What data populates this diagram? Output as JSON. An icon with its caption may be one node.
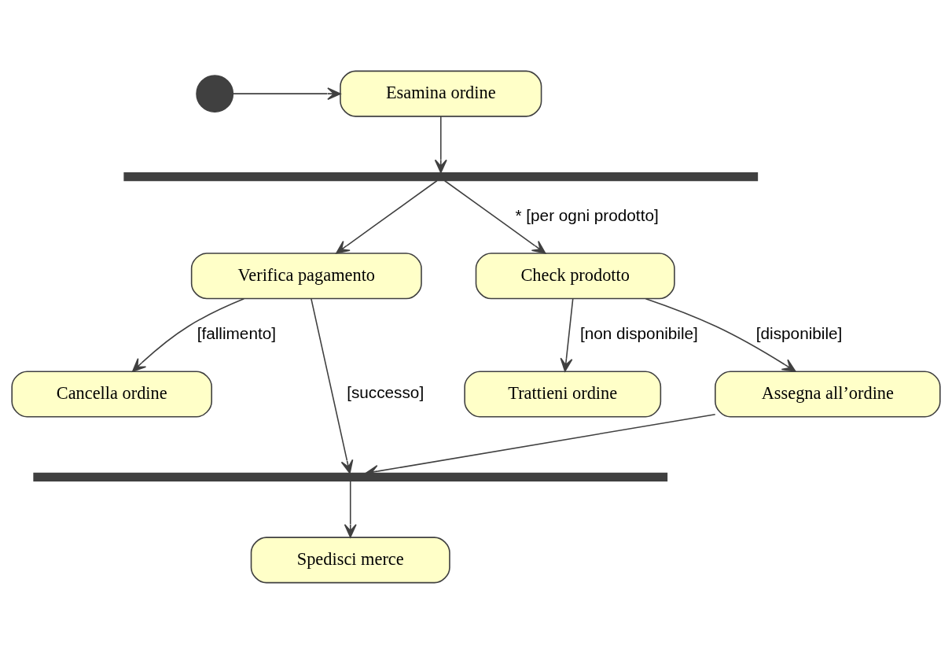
{
  "diagram": {
    "nodes": [
      {
        "text": [],
        "shape": "circle"
      },
      {
        "text": [
          "Esamina ordine"
        ]
      },
      {
        "text": [],
        "shape": "bar"
      },
      {
        "text": [
          "Verifica pagamento"
        ]
      },
      {
        "text": [
          "Check prodotto"
        ]
      },
      {
        "text": [
          "Cancella ordine"
        ]
      },
      {
        "text": [
          "Trattieni ordine"
        ]
      },
      {
        "text": [
          "Assegna all’ordine"
        ]
      },
      {
        "text": [],
        "shape": "bar"
      },
      {
        "text": [
          "Spedisci merce"
        ]
      }
    ],
    "edges": [
      {
        "from": 0,
        "to": 1,
        "arrow": "to"
      },
      {
        "from": 1,
        "to": 2,
        "arrow": "to"
      },
      {
        "from": 2,
        "to": 3,
        "arrow": "to"
      },
      {
        "from": 2,
        "to": 4,
        "arrow": "to",
        "label": "* [per ogni prodotto]"
      },
      {
        "from": 3,
        "to": 5,
        "arrow": "to",
        "label": "[fallimento]"
      },
      {
        "from": 3,
        "to": 8,
        "arrow": "to",
        "label": "[successo]"
      },
      {
        "from": 4,
        "to": 7,
        "arrow": "to",
        "label": "[disponibile]"
      },
      {
        "from": 4,
        "to": 6,
        "arrow": "to",
        "label": "[non disponibile]"
      },
      {
        "from": 7,
        "to": 8,
        "arrow": "to"
      },
      {
        "from": 8,
        "to": 9,
        "arrow": "to"
      }
    ]
  }
}
